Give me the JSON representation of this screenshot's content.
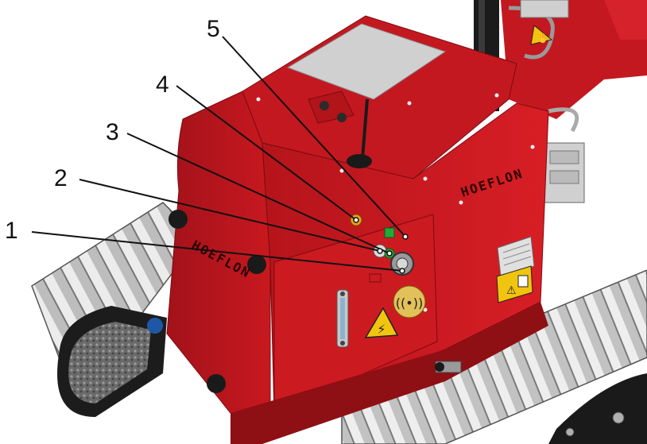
{
  "figure": {
    "subject": "Red tracked machine unit with numbered control callouts",
    "colors": {
      "body_red": "#c41820",
      "body_dark": "#8e0f14",
      "body_light": "#e0262d",
      "track": "#e4e4e4",
      "track_shadow": "#9a9a9a",
      "panel_grey": "#cfcfcf",
      "warning_yellow": "#f1c40f",
      "callout_line": "#111111"
    }
  },
  "brand": {
    "name_front": "HOEFLON",
    "name_side": "HOEFLON"
  },
  "callouts": [
    {
      "number": "1"
    },
    {
      "number": "2"
    },
    {
      "number": "3"
    },
    {
      "number": "4"
    },
    {
      "number": "5"
    }
  ],
  "components": {
    "antenna": "antenna-icon",
    "radio_sign": "radio-signal-icon",
    "warning_electric": "high-voltage-warning-icon",
    "warning_manual": "read-manual-warning-icon",
    "warning_crush": "hand-crush-warning-icon",
    "level_gauge": "sight-glass-icon"
  }
}
